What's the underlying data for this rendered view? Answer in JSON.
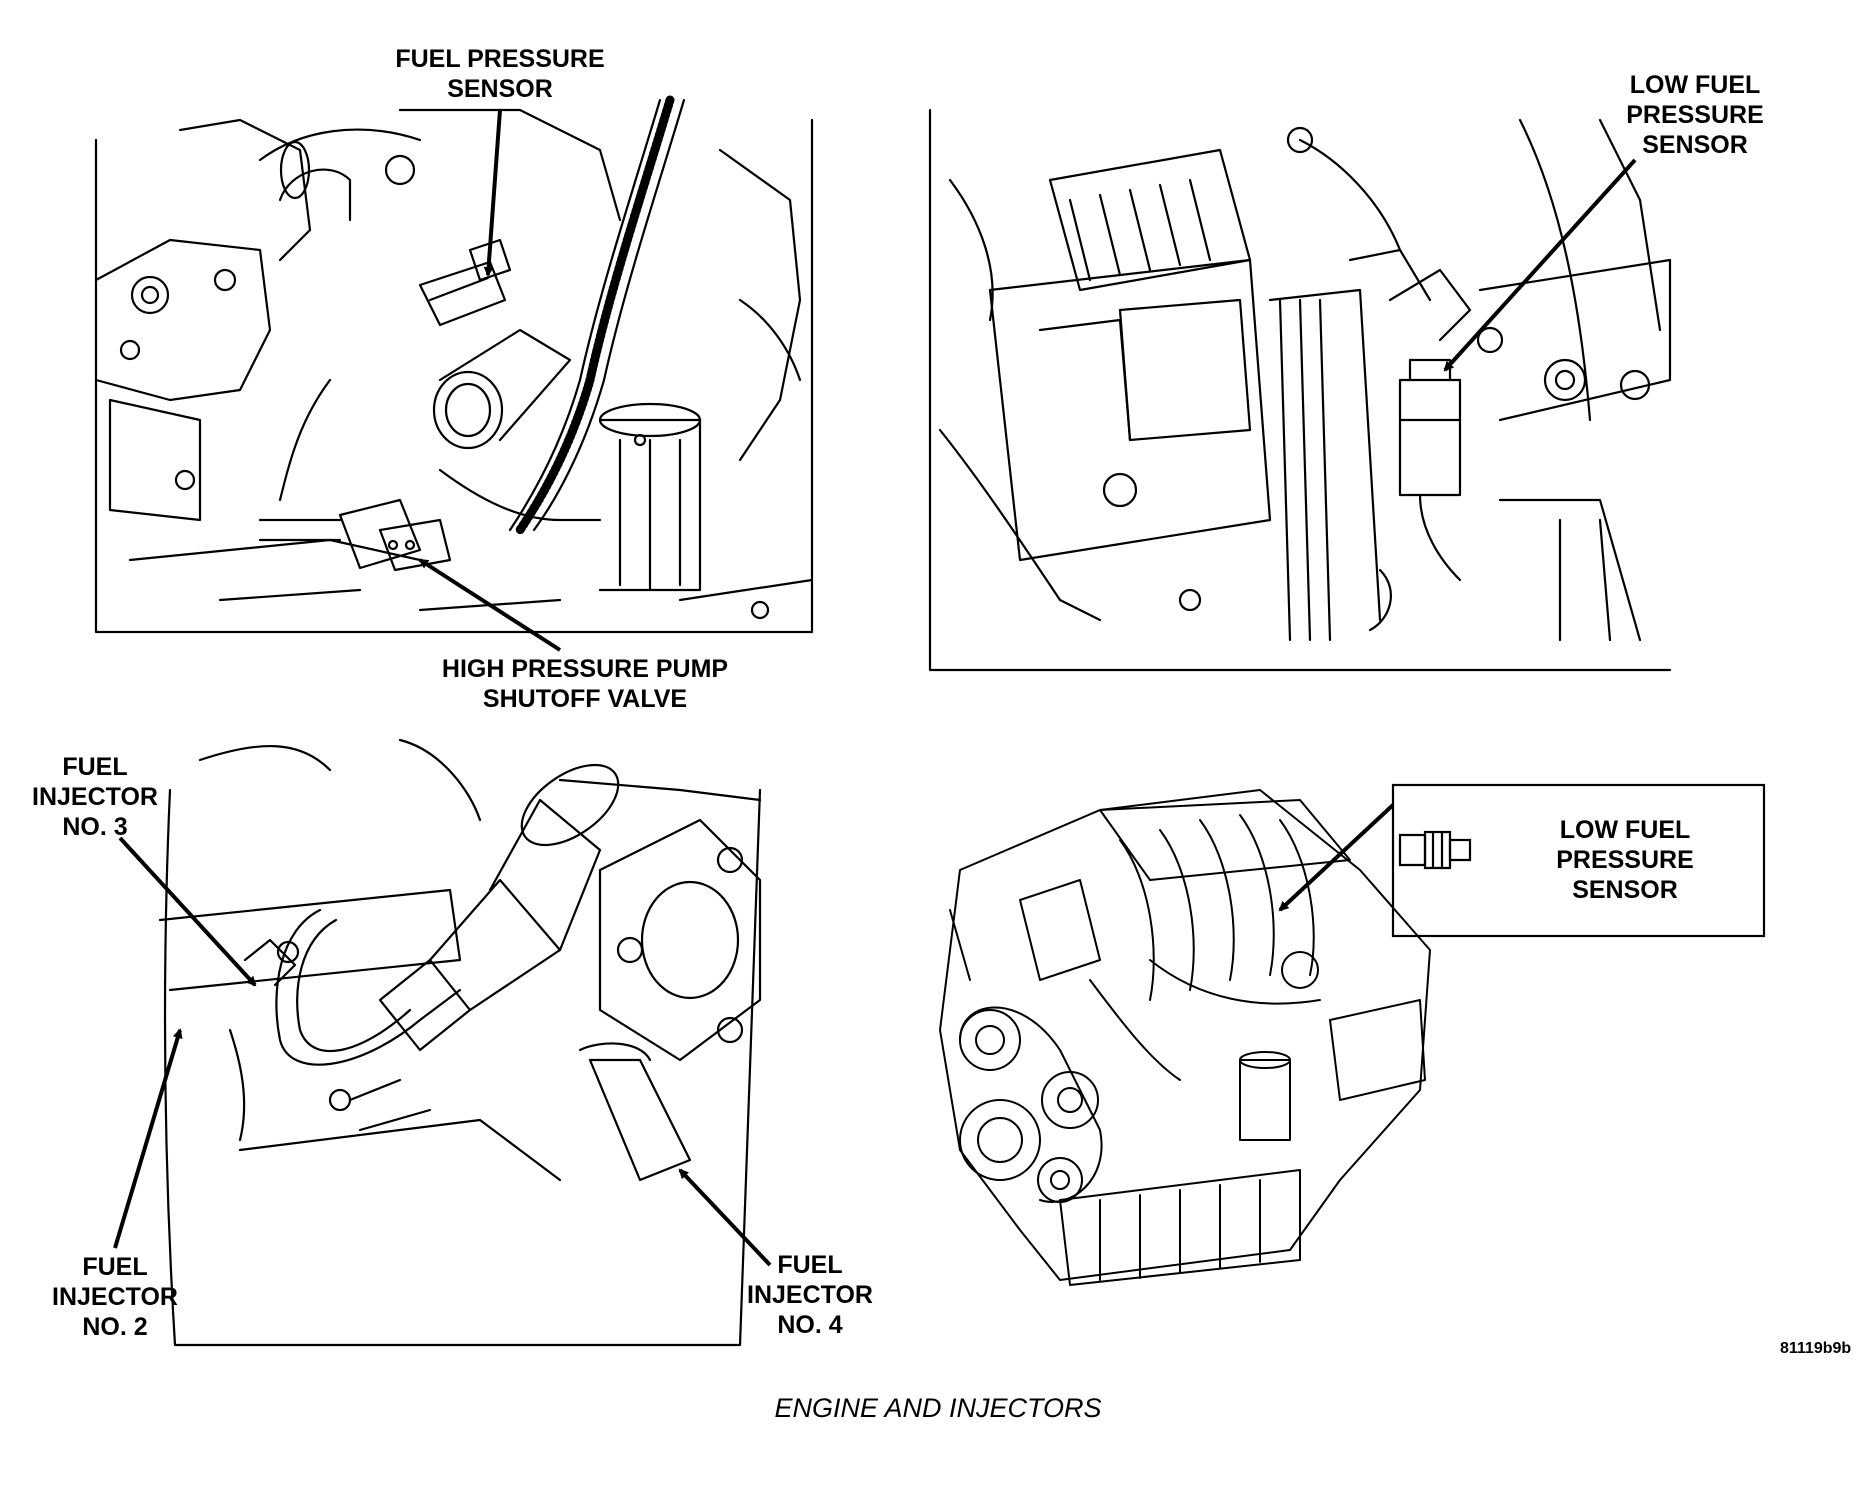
{
  "callouts": {
    "fuel_pressure_sensor": [
      "FUEL PRESSURE",
      "SENSOR"
    ],
    "high_pressure_pump_shutoff_valve": [
      "HIGH PRESSURE PUMP",
      "SHUTOFF VALVE"
    ],
    "low_fuel_pressure_sensor_top": [
      "LOW FUEL",
      "PRESSURE",
      "SENSOR"
    ],
    "fuel_injector_no3": [
      "FUEL",
      "INJECTOR",
      "NO. 3"
    ],
    "fuel_injector_no2": [
      "FUEL",
      "INJECTOR",
      "NO. 2"
    ],
    "fuel_injector_no4": [
      "FUEL",
      "INJECTOR",
      "NO. 4"
    ],
    "low_fuel_pressure_sensor_inset": [
      "LOW FUEL",
      "PRESSURE",
      "SENSOR"
    ]
  },
  "figure_id": "81119b9b",
  "caption": "ENGINE AND INJECTORS"
}
